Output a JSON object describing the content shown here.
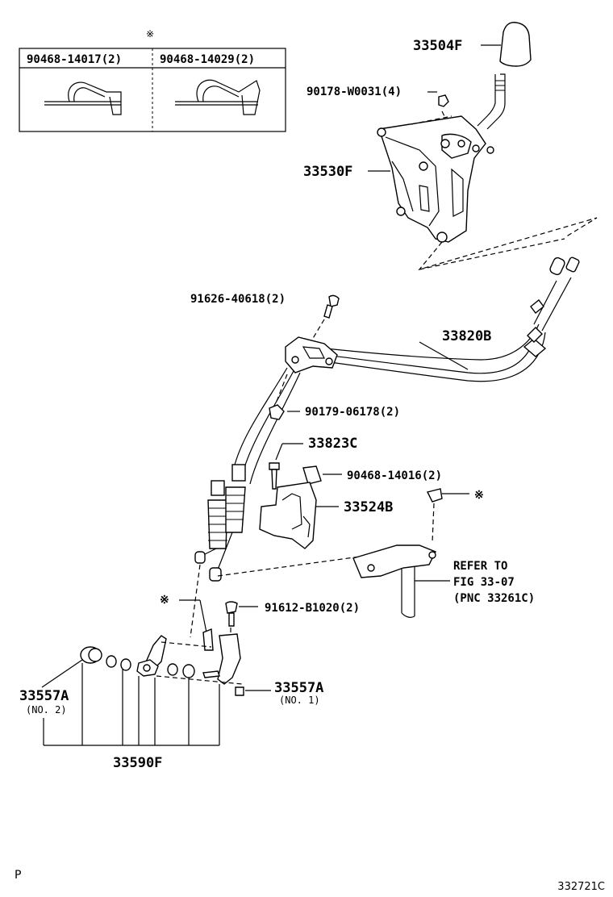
{
  "clip_box": {
    "marker": "※",
    "left_part": "90468-14017(2)",
    "right_part": "90468-14029(2)"
  },
  "parts": {
    "knob": "33504F",
    "knob_nut": "90178-W0031(4)",
    "shift_lever_housing": "33530F",
    "bolt_upper": "91626-40618(2)",
    "cable": "33820B",
    "cable_nut": "90179-06178(2)",
    "bracket_bolt": "33823C",
    "bracket_clip": "90468-14016(2)",
    "bracket": "33524B",
    "clip_marker": "※",
    "lever_bolt": "91612-B1020(2)",
    "lower_marker": "※",
    "bushing_right": "33557A",
    "bushing_right_note": "(NO. 1)",
    "bushing_left": "33557A",
    "bushing_left_note": "(NO. 2)",
    "lever_sub_assy": "33590F"
  },
  "refer": {
    "line1": "REFER TO",
    "line2": "FIG 33-07",
    "line3": "(PNC 33261C)"
  },
  "corner": {
    "page_mark": "P",
    "figure_id": "332721C"
  }
}
